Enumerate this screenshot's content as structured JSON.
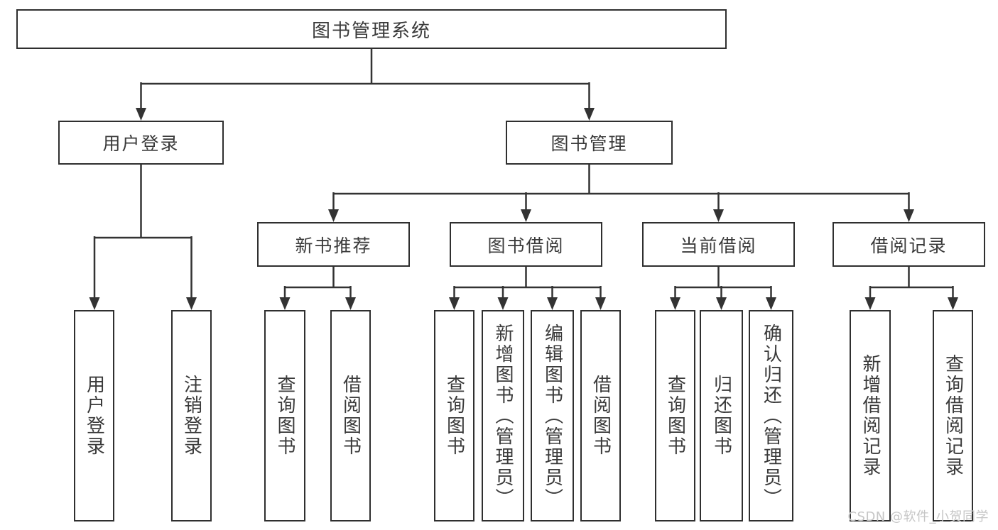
{
  "diagram": {
    "title": "图书管理系统",
    "colors": {
      "line": "#333333",
      "text": "#3a3a3a",
      "background": "#ffffff"
    },
    "nodes": {
      "root": {
        "label": "图书管理系统"
      },
      "user_login": {
        "label": "用户登录"
      },
      "book_mgmt": {
        "label": "图书管理"
      },
      "new_book_rec": {
        "label": "新书推荐"
      },
      "book_borrow": {
        "label": "图书借阅"
      },
      "current_borrow": {
        "label": "当前借阅"
      },
      "borrow_records": {
        "label": "借阅记录"
      },
      "leaf_user_login": {
        "label": "用户登录"
      },
      "leaf_logout": {
        "label": "注销登录"
      },
      "leaf_rec_query_book": {
        "label": "查询图书"
      },
      "leaf_rec_borrow_book": {
        "label": "借阅图书"
      },
      "leaf_bb_query_book": {
        "label": "查询图书"
      },
      "leaf_bb_add_book": {
        "label": "新增图书（管理员）"
      },
      "leaf_bb_edit_book": {
        "label": "编辑图书（管理员）"
      },
      "leaf_bb_borrow_book": {
        "label": "借阅图书"
      },
      "leaf_cb_query_book": {
        "label": "查询图书"
      },
      "leaf_cb_return_book": {
        "label": "归还图书"
      },
      "leaf_cb_confirm_return": {
        "label": "确认归还（管理员）"
      },
      "leaf_br_add_record": {
        "label": "新增借阅记录"
      },
      "leaf_br_query_record": {
        "label": "查询借阅记录"
      }
    },
    "edges": [
      {
        "from": "root",
        "to": [
          "user_login",
          "book_mgmt"
        ]
      },
      {
        "from": "user_login",
        "to": [
          "leaf_user_login",
          "leaf_logout"
        ]
      },
      {
        "from": "book_mgmt",
        "to": [
          "new_book_rec",
          "book_borrow",
          "current_borrow",
          "borrow_records"
        ]
      },
      {
        "from": "new_book_rec",
        "to": [
          "leaf_rec_query_book",
          "leaf_rec_borrow_book"
        ]
      },
      {
        "from": "book_borrow",
        "to": [
          "leaf_bb_query_book",
          "leaf_bb_add_book",
          "leaf_bb_edit_book",
          "leaf_bb_borrow_book"
        ]
      },
      {
        "from": "current_borrow",
        "to": [
          "leaf_cb_query_book",
          "leaf_cb_return_book",
          "leaf_cb_confirm_return"
        ]
      },
      {
        "from": "borrow_records",
        "to": [
          "leaf_br_add_record",
          "leaf_br_query_record"
        ]
      }
    ]
  },
  "watermark": {
    "text": "CSDN @软件_小贺同学",
    "color": "#c6c6c6"
  }
}
